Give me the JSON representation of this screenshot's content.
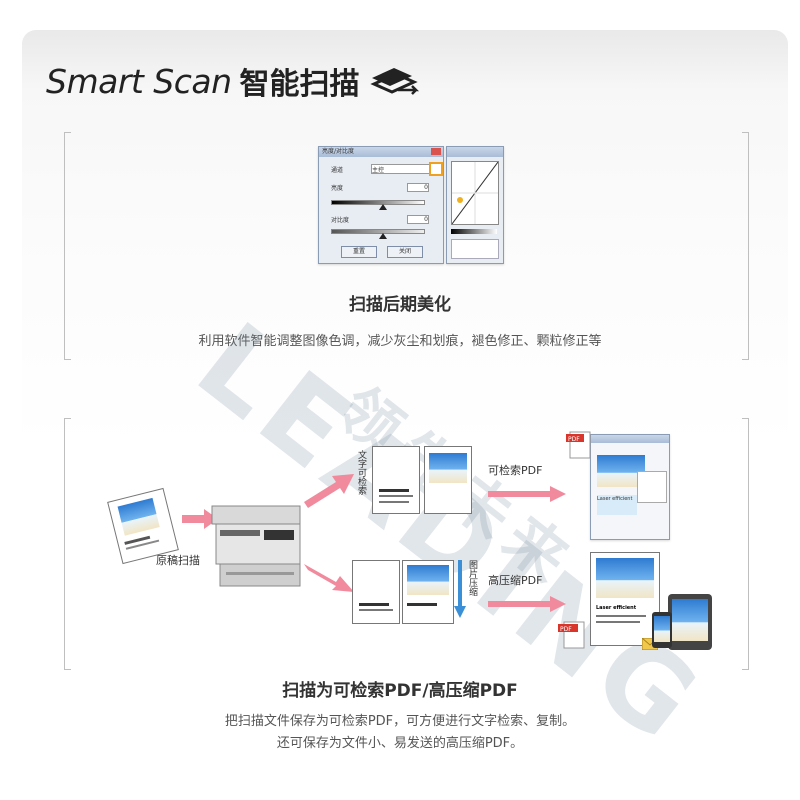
{
  "header": {
    "title_en": "Smart Scan",
    "title_zh": "智能扫描"
  },
  "section1": {
    "dialog_title": "亮度/对比度",
    "channel_label": "通道",
    "channel_value": "主控",
    "brightness_label": "亮度",
    "brightness_value": "0",
    "contrast_label": "对比度",
    "contrast_value": "0",
    "reset_button": "重置",
    "close_button": "关闭",
    "title": "扫描后期美化",
    "description": "利用软件智能调整图像色调，减少灰尘和划痕，褪色修正、颗粒修正等"
  },
  "section2": {
    "original_label": "原稿扫描",
    "text_vertical": "文字可检索",
    "searchable_pdf_label": "可检索PDF",
    "image_compress_vertical": "图片压缩",
    "compressed_pdf_label": "高压缩PDF",
    "doc_heading": "Laser efficient",
    "title": "扫描为可检索PDF/高压缩PDF",
    "description_line1": "把扫描文件保存为可检索PDF，可方便进行文字检索、复制。",
    "description_line2": "还可保存为文件小、易发送的高压缩PDF。"
  },
  "watermark": {
    "letters": "LEADING",
    "cn": "领先未来"
  },
  "colors": {
    "arrow_pink": "#f08a9c",
    "arrow_blue": "#3a8fd6",
    "pdf_red": "#d9352b"
  }
}
